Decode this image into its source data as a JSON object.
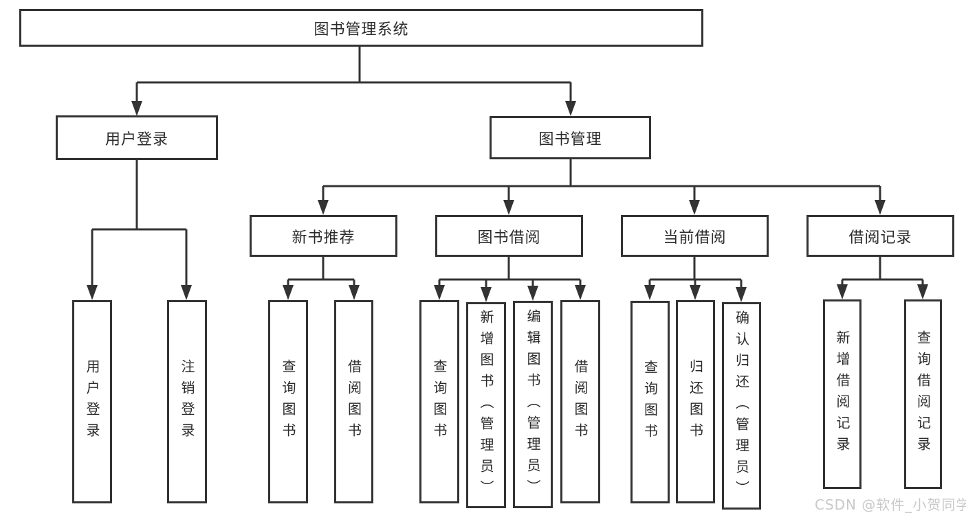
{
  "diagram": {
    "type": "hierarchy-tree",
    "colors": {
      "line": "#333333",
      "box_border": "#333333",
      "box_fill": "#ffffff",
      "text": "#2b2b2b",
      "watermark": "#c9c9c9",
      "background": "#ffffff"
    }
  },
  "tree": {
    "root": {
      "label": "图书管理系统",
      "children": [
        {
          "label": "用户登录",
          "children": [
            {
              "label": "用户登录"
            },
            {
              "label": "注销登录"
            }
          ]
        },
        {
          "label": "图书管理",
          "children": [
            {
              "label": "新书推荐",
              "children": [
                {
                  "label": "查询图书"
                },
                {
                  "label": "借阅图书"
                }
              ]
            },
            {
              "label": "图书借阅",
              "children": [
                {
                  "label": "查询图书"
                },
                {
                  "label": "新增图书（管理员）"
                },
                {
                  "label": "编辑图书（管理员）"
                },
                {
                  "label": "借阅图书"
                }
              ]
            },
            {
              "label": "当前借阅",
              "children": [
                {
                  "label": "查询图书"
                },
                {
                  "label": "归还图书"
                },
                {
                  "label": "确认归还（管理员）"
                }
              ]
            },
            {
              "label": "借阅记录",
              "children": [
                {
                  "label": "新增借阅记录"
                },
                {
                  "label": "查询借阅记录"
                }
              ]
            }
          ]
        }
      ]
    }
  },
  "watermark": {
    "text": "CSDN @软件_小贺同学"
  }
}
